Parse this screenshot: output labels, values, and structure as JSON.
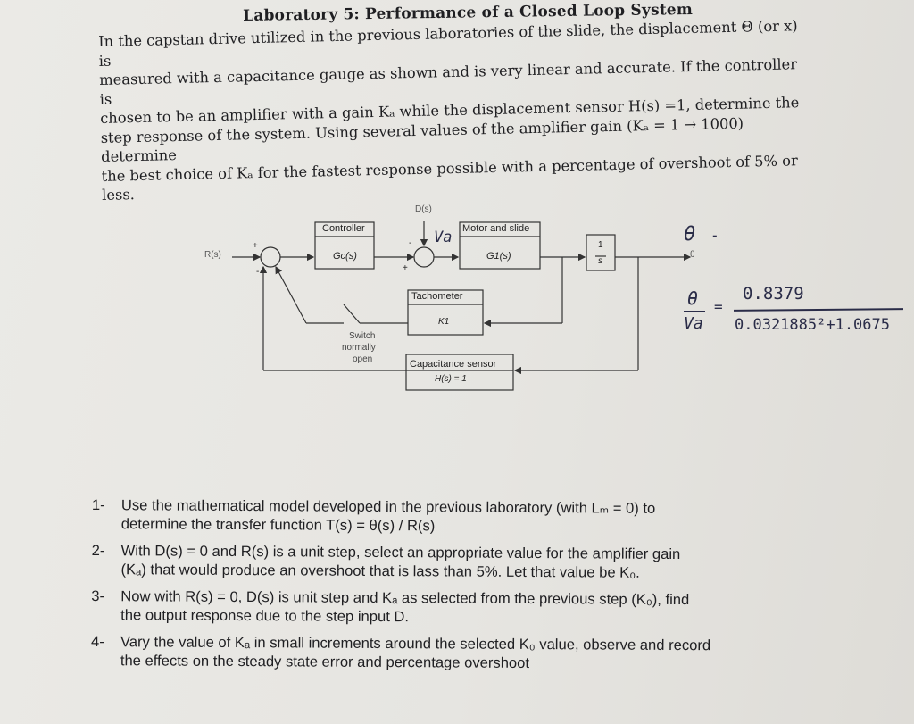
{
  "doc": {
    "title": "Laboratory 5: Performance of a Closed Loop System",
    "intro_lines": [
      "In the capstan drive utilized in the previous laboratories of the slide, the displacement Θ (or x) is",
      "measured with a capacitance gauge as shown and is very linear and accurate. If the controller is",
      "chosen to be an amplifier with a gain Kₐ while the displacement sensor H(s) =1, determine the",
      "step response of the system. Using several values of the amplifier gain (Kₐ = 1 → 1000) determine",
      "the best choice of Kₐ for the fastest response possible with a percentage of overshoot of 5% or",
      "less."
    ]
  },
  "diagram": {
    "r_label": "R(s)",
    "d_label": "D(s)",
    "plus": "+",
    "minus": "-",
    "controller_title": "Controller",
    "controller_tf": "Gc(s)",
    "motor_title": "Motor and slide",
    "motor_tf": "G1(s)",
    "integrator_num": "1",
    "integrator_den": "s",
    "output_label": "θ",
    "tach_title": "Tachometer",
    "tach_gain": "K1",
    "switch_line1": "Switch",
    "switch_line2": "normally",
    "switch_line3": "open",
    "sensor_title": "Capacitance sensor",
    "sensor_tf": "H(s) = 1"
  },
  "handwriting": {
    "va": "Va",
    "theta": "θ",
    "dash": "-",
    "lhs_num": "θ",
    "lhs_den": "Va",
    "equals": "=",
    "rhs_num": "0.8379",
    "rhs_den": "0.0321885²+1.0675"
  },
  "questions": [
    {
      "num": "1-",
      "lines": [
        "Use the mathematical model developed in the previous laboratory (with Lₘ = 0) to",
        "determine the transfer function T(s) = θ(s) / R(s)"
      ]
    },
    {
      "num": "2-",
      "lines": [
        "With D(s) = 0  and R(s) is a unit step, select an appropriate value for the amplifier gain",
        "(Kₐ) that would produce an overshoot that is lass than 5%.  Let that value be K₀."
      ]
    },
    {
      "num": "3-",
      "lines": [
        "Now with  R(s) = 0, D(s) is unit step and Kₐ as selected from the previous step (K₀), find",
        "the output response due to the step input D."
      ]
    },
    {
      "num": "4-",
      "lines": [
        "Vary the value of Kₐ in small increments around the selected K₀ value, observe and record",
        "the effects on the steady state error and percentage overshoot"
      ]
    }
  ]
}
